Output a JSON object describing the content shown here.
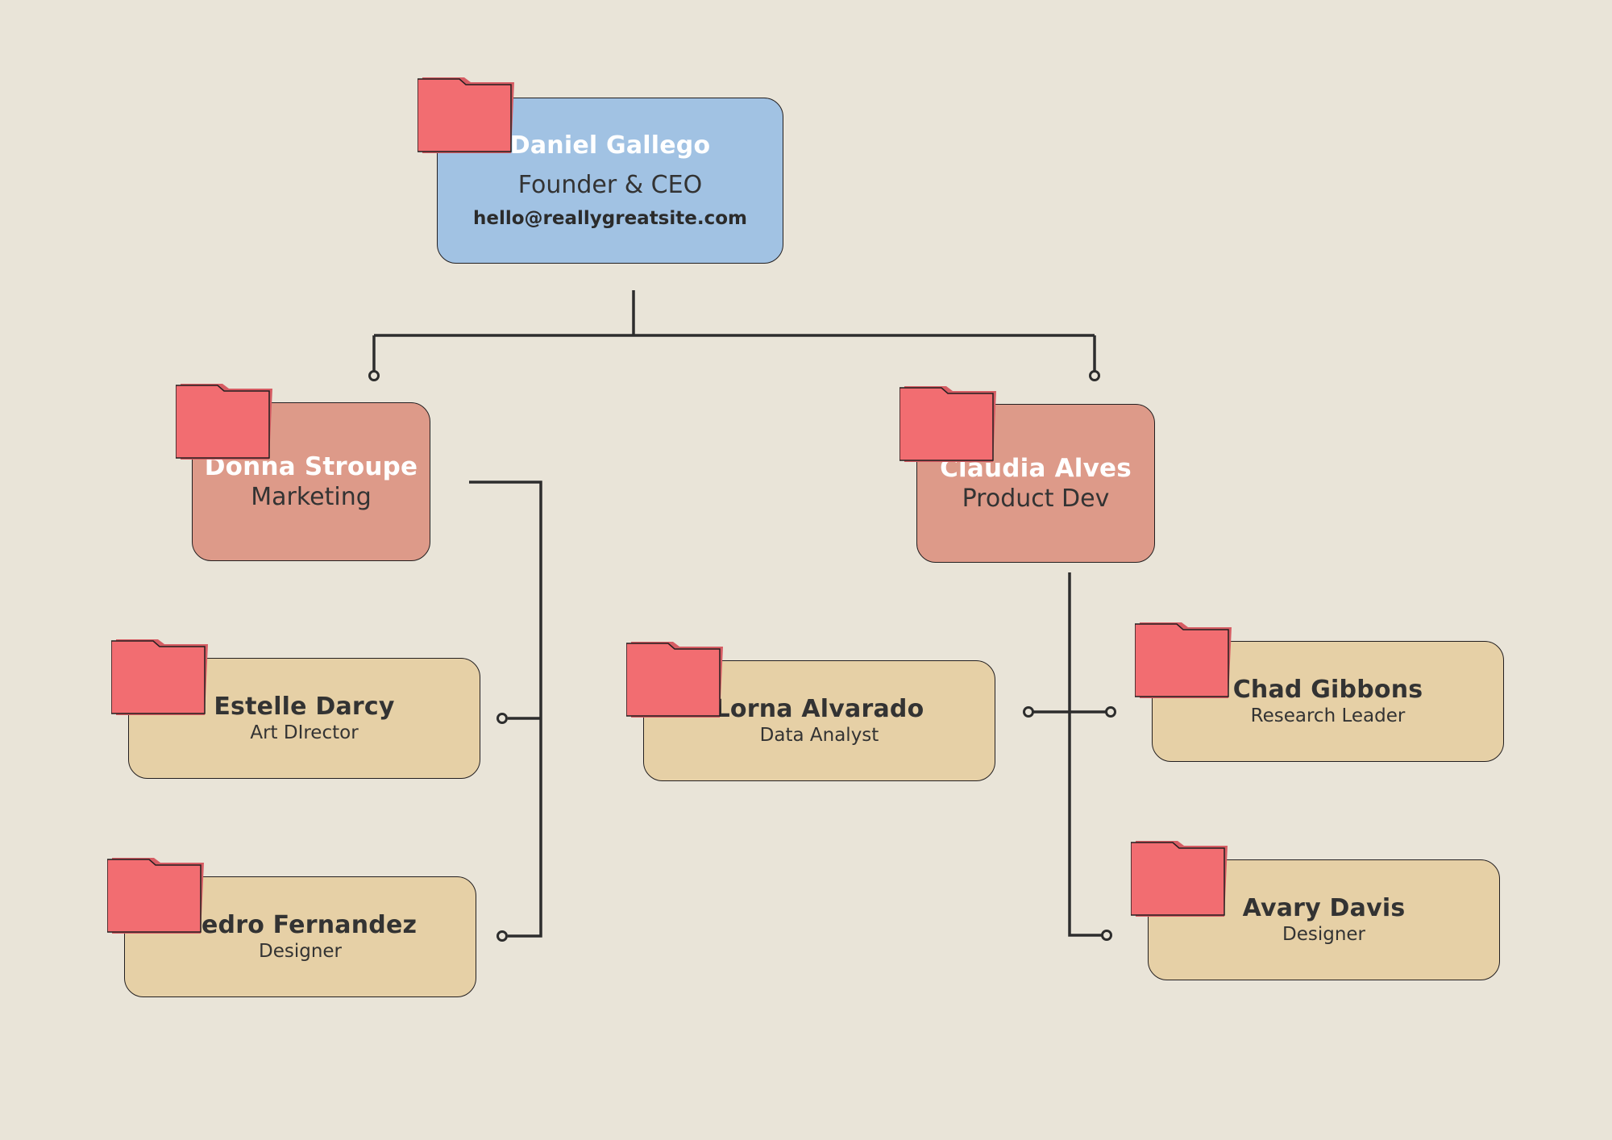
{
  "colors": {
    "background": "#e9e4d8",
    "ceo_card": "#a1c2e3",
    "manager_card": "#dd9a89",
    "staff_card": "#e6d0a6",
    "folder_front": "#f26d71",
    "folder_back": "#d65c63",
    "outline": "#231f20",
    "connector": "#2d2d2d"
  },
  "icon": "folder-icon",
  "ceo": {
    "name": "Daniel Gallego",
    "title": "Founder & CEO",
    "email": "hello@reallygreatsite.com"
  },
  "managers": [
    {
      "name": "Donna Stroupe",
      "title": "Marketing"
    },
    {
      "name": "Claudia Alves",
      "title": "Product Dev"
    }
  ],
  "marketing_team": [
    {
      "name": "Estelle Darcy",
      "title": "Art DIrector"
    },
    {
      "name": "Pedro Fernandez",
      "title": "Designer"
    }
  ],
  "product_team": [
    {
      "name": "Lorna Alvarado",
      "title": "Data Analyst"
    },
    {
      "name": "Chad Gibbons",
      "title": "Research Leader"
    },
    {
      "name": "Avary Davis",
      "title": "Designer"
    }
  ]
}
